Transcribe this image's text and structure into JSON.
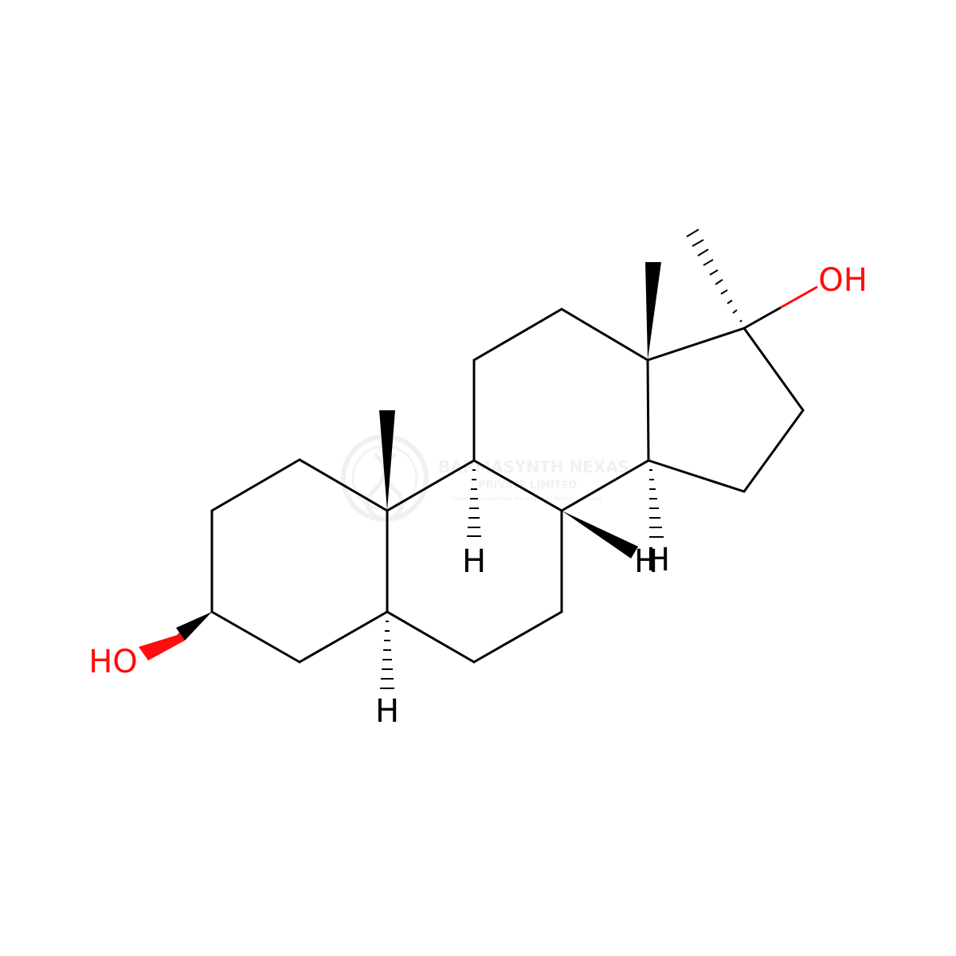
{
  "colors": {
    "bond": "#000000",
    "oxygen": "#ff0d0d",
    "hydrogen": "#000000",
    "watermark": "#e6ebe8"
  },
  "labels": {
    "oh_left": "HO",
    "oh_right": "OH",
    "h_c9": "H",
    "h_c8": "H",
    "h_c14": "H",
    "h_c5": "H"
  },
  "watermark": {
    "name": "BARMASYNTH NEXAS",
    "sub": "PRIVATE LIMITED",
    "tagline": "Complete solutions for pharmaceutical industry"
  }
}
